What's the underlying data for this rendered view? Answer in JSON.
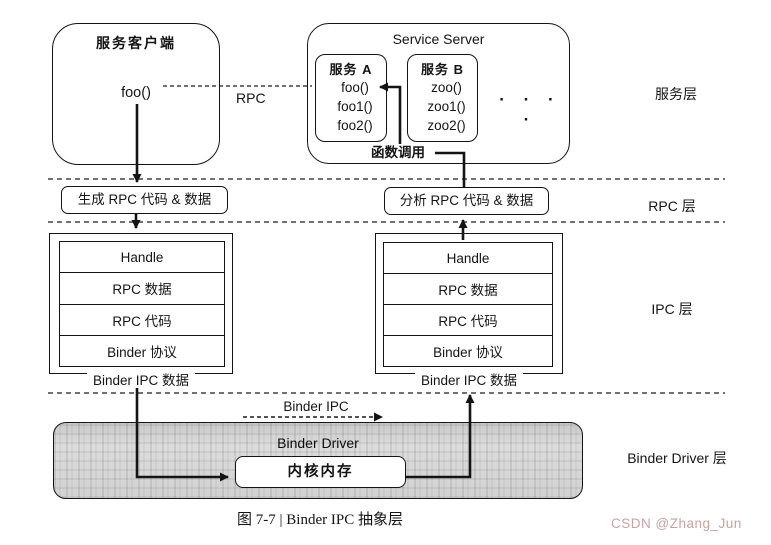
{
  "client": {
    "title": "服务客户端",
    "method": "foo()"
  },
  "links": {
    "rpc_label": "RPC",
    "function_call_label": "函数调用",
    "binder_ipc_label": "Binder IPC"
  },
  "server": {
    "title": "Service Server",
    "service_a": {
      "title": "服务 A",
      "methods": [
        "foo()",
        "foo1()",
        "foo2()"
      ]
    },
    "service_b": {
      "title": "服务 B",
      "methods": [
        "zoo()",
        "zoo1()",
        "zoo2()"
      ]
    },
    "ellipsis": "· · · ·"
  },
  "rpc_layer": {
    "generate_box": "生成 RPC 代码 & 数据",
    "parse_box": "分析 RPC 代码 & 数据"
  },
  "ipc": {
    "left": {
      "rows": [
        "Handle",
        "RPC 数据",
        "RPC 代码",
        "Binder 协议"
      ],
      "caption": "Binder IPC 数据"
    },
    "right": {
      "rows": [
        "Handle",
        "RPC 数据",
        "RPC 代码",
        "Binder 协议"
      ],
      "caption": "Binder IPC 数据"
    }
  },
  "driver": {
    "title": "Binder Driver",
    "kernel_label": "内核内存"
  },
  "layer_labels": {
    "service": "服务层",
    "rpc": "RPC 层",
    "ipc": "IPC 层",
    "driver": "Binder Driver 层"
  },
  "footer": {
    "caption": "图 7-7 | Binder IPC 抽象层",
    "watermark": "CSDN @Zhang_Jun"
  },
  "colors": {
    "line": "#141414",
    "driver_fill": "#d2d2d2",
    "watermark": "#c9a2a2"
  }
}
